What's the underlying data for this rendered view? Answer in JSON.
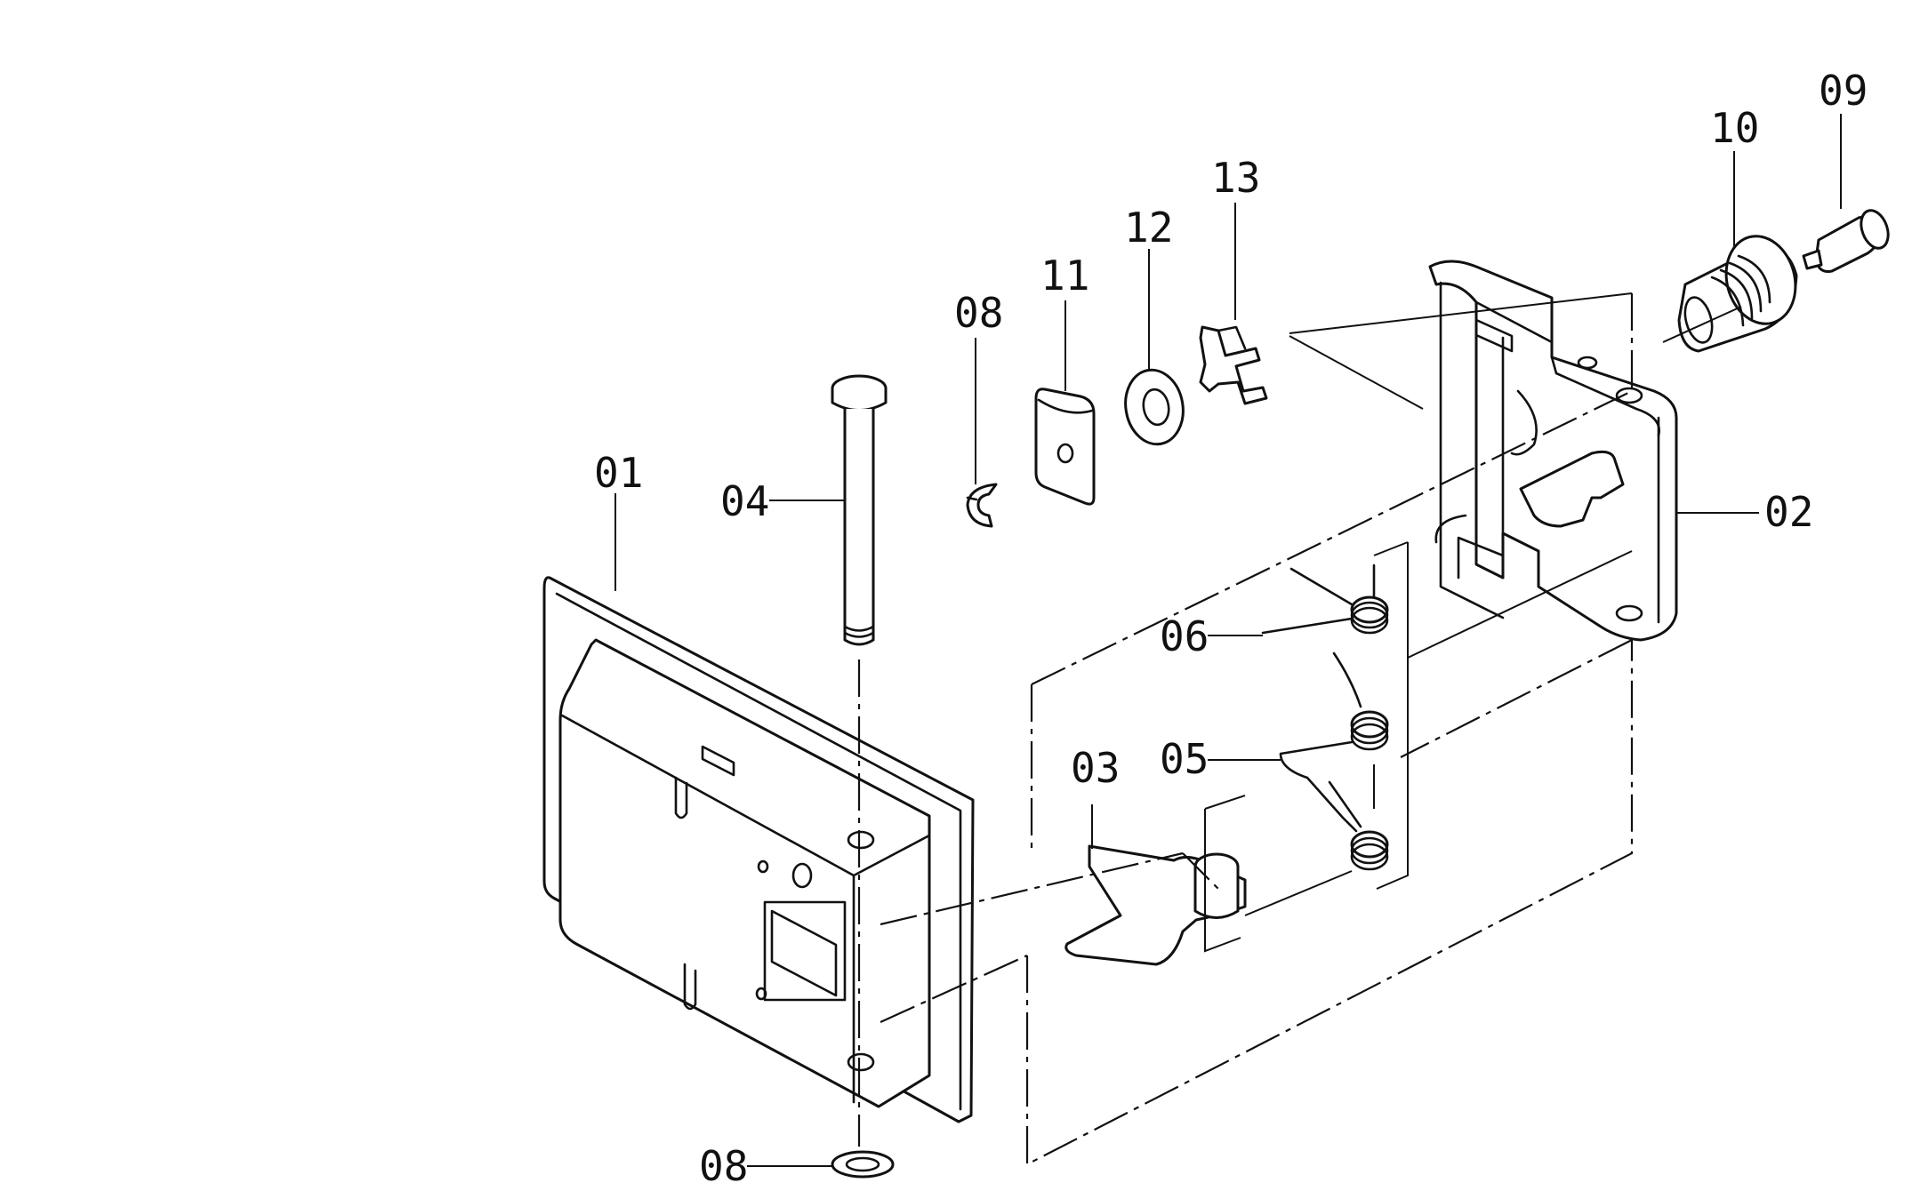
{
  "callouts": {
    "p01": "01",
    "p02": "02",
    "p03": "03",
    "p04": "04",
    "p05": "05",
    "p06": "06",
    "p08a": "08",
    "p08b": "08",
    "p09": "09",
    "p10": "10",
    "p11": "11",
    "p12": "12",
    "p13": "13"
  }
}
